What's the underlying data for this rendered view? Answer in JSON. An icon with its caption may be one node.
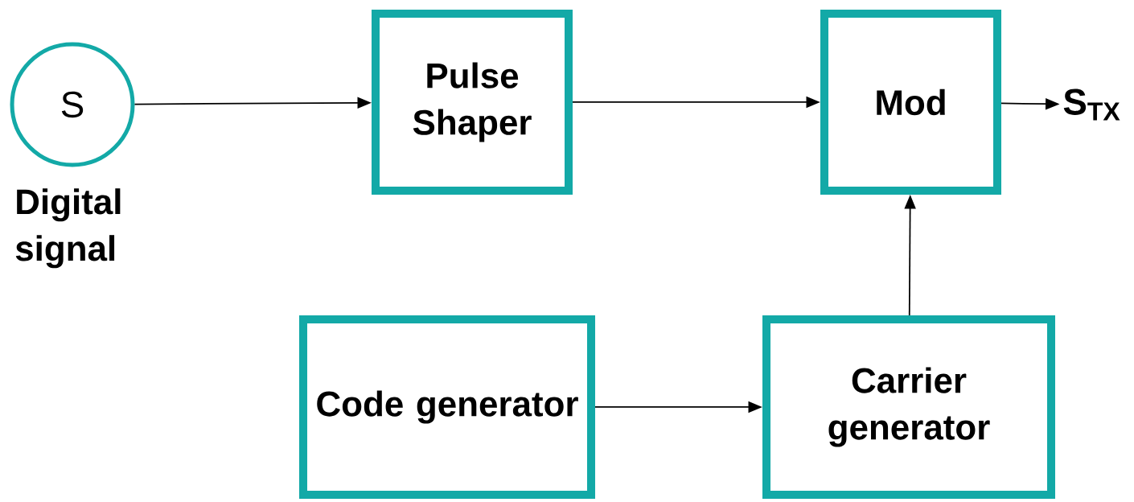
{
  "diagram": {
    "nodes": [
      {
        "text": [
          "S"
        ],
        "beside": [
          "Digital signal"
        ]
      },
      {
        "text": [
          "Pulse Shaper"
        ]
      },
      {
        "text": [
          "Mod"
        ]
      },
      {
        "text": [
          "S$_{TX}$"
        ]
      },
      {
        "text": [
          "Code generator"
        ]
      },
      {
        "text": [
          "Carrier generator"
        ]
      }
    ],
    "edges": [
      {
        "from": 0,
        "to": 1,
        "arrow": "to"
      },
      {
        "from": 1,
        "to": 2,
        "arrow": "to"
      },
      {
        "from": 2,
        "to": 3,
        "arrow": "to"
      },
      {
        "from": 4,
        "to": 5,
        "arrow": "to"
      },
      {
        "from": 5,
        "to": 2,
        "arrow": "to"
      }
    ]
  }
}
